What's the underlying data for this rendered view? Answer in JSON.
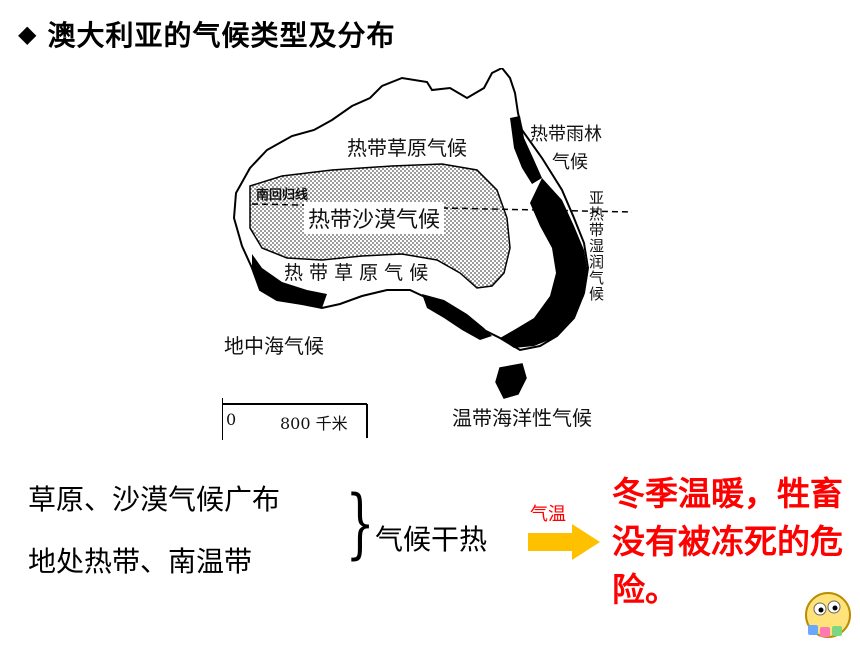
{
  "title": {
    "bullet": "◆",
    "text": "澳大利亚的气候类型及分布"
  },
  "map": {
    "labels": {
      "tropical_savanna_north": "热带草原气候",
      "tropical_rainforest_line1": "热带雨林",
      "tropical_rainforest_line2": "气候",
      "tropic_line": "南回归线",
      "tropical_desert": "热带沙漠气候",
      "tropical_savanna_south": "热 带 草 原 气 候",
      "subtropical_humid": "亚热带湿润气候",
      "mediterranean": "地中海气候",
      "temperate_marine": "温带海洋性气候",
      "scale_zero": "0",
      "scale_distance": "800 千米"
    }
  },
  "analysis": {
    "fact1": "草原、沙漠气候广布",
    "fact2": "地处热带、南温带",
    "brace": "}",
    "result": "气候干热",
    "arrow_label": "气温",
    "conclusion": "冬季温暖，牲畜没有被冻死的危险。"
  },
  "colors": {
    "conclusion": "#ff0000",
    "arrow": "#ffc000",
    "arrow_label": "#ff0000"
  }
}
